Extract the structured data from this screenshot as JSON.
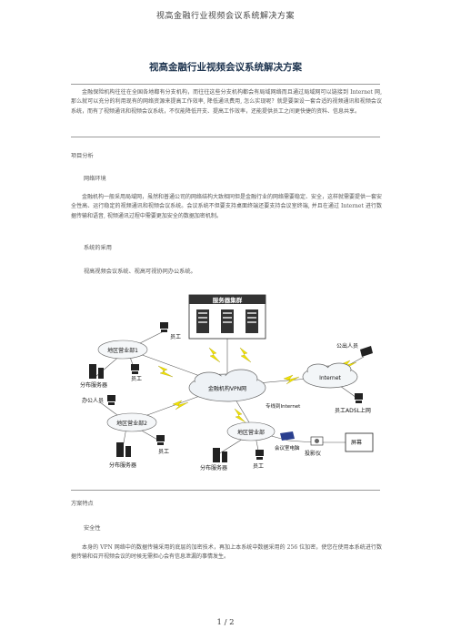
{
  "header": {
    "running_title": "视高金融行业视频会议系统解决方案"
  },
  "title": "视高金融行业视频会议系统解决方案",
  "intro": "金融保险机构往往在全国各地都有分支机构，而往往这些分支机构都会有局域网络而且通过局域网可以链接到 Internet 网, 那么就可以充分的利用现有的网络资源来提高工作效率, 降低通讯费用, 怎么实现呢？就是要架设一套合适的视频通讯和视频会议系统，而有了视频通讯和视频会议系统，不仅能降低开支、提高工作效率，还能提供员工之间更快捷的资料、信息共享。",
  "section_analysis": "项目分析",
  "sub_network": "网络环境",
  "network_para": "金融机构一般采用局域网，虽然和普通公司的网络结构大致相同但是金融行业的网络需要稳定、安全，这样就需要提供一套安全性高、运行稳定的视频通讯和视频会议系统。会议系统不但要支持桌面终端还要支持会议室终端, 并且在通过 Internet 进行数据传输和语音, 视频通讯过程中需要更加安全的数据加密机制。",
  "sub_system": "系统的采用",
  "system_para": "视高视频会议系统、视高可视协同办公系统。",
  "diagram": {
    "server_cluster": "服务器集群",
    "vpn_cloud": "金融机构VPN网",
    "internet_cloud": "Internet",
    "dedicated_line": "专线到Internet",
    "region1": "地区营业部1",
    "region2": "地区营业部2",
    "region3": "地区营业部",
    "employee": "员工",
    "dist_server": "分布服务器",
    "dist_server2": "分布服务器",
    "office_staff": "办公人员",
    "traveler": "公出人员",
    "adsl": "员工ADSL上网",
    "meeting_room_pc": "会议室电脑",
    "projector": "投影仪",
    "screen": "屏幕"
  },
  "section_features": "方案特点",
  "sub_security": "安全性",
  "security_para": "本身的 VPN 网络中的数据传输采用的底层的加密技术，再加上本系统中数据采用的 256 位加密，使您在使用本系统进行数据传输和召开视频会议的时候无需担心会有信息泄漏的事情发生。",
  "footer": {
    "page": "1 / 2"
  }
}
